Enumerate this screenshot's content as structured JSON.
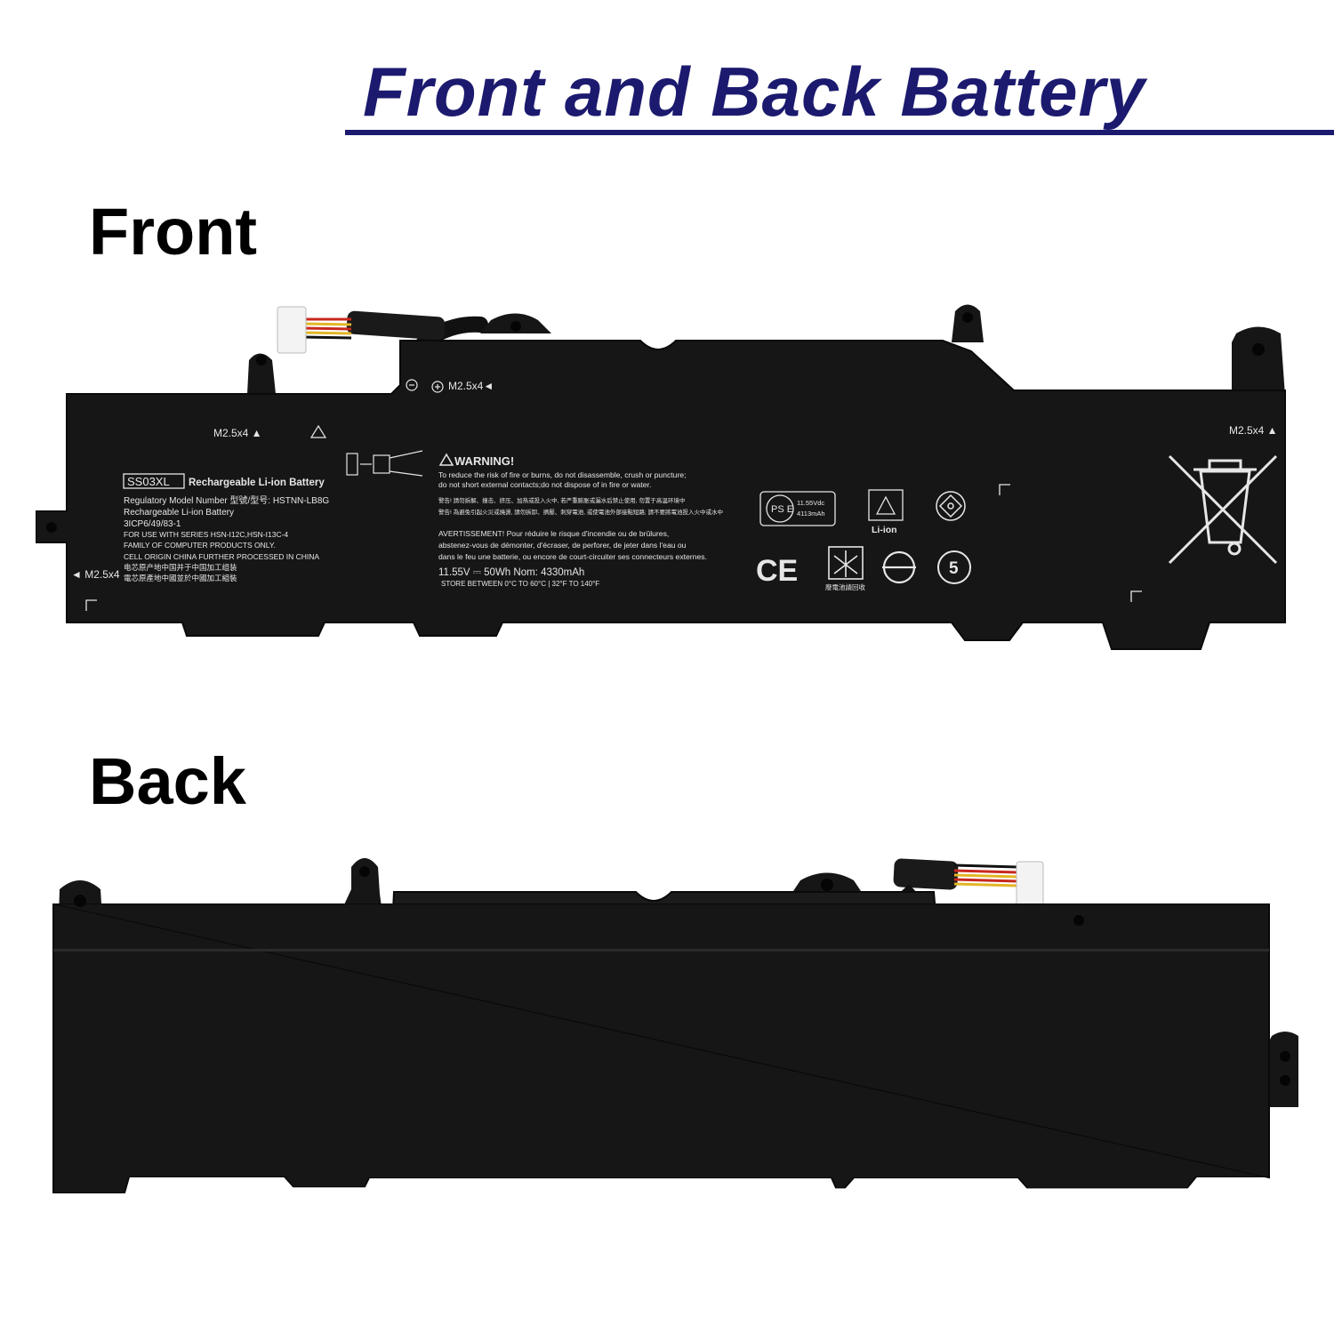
{
  "heading": {
    "title": "Front and Back Battery"
  },
  "front": {
    "label": "Front",
    "screw_marks": [
      "M2.5x4 ▲",
      "M2.5x4◄",
      "M2.5x4 ▲",
      "◄ M2.5x4"
    ],
    "model_box": "SS03XL",
    "product_line": "Rechargeable Li-ion Battery",
    "spec_lines": [
      "Regulatory Model Number 型號/型号: HSTNN-LB8G",
      "Rechargeable Li-ion Battery",
      "3ICP6/49/83-1",
      "FOR USE WITH SERIES HSN-I12C,HSN-I13C-4",
      "FAMILY OF COMPUTER PRODUCTS ONLY.",
      "CELL ORIGIN CHINA  FURTHER PROCESSED IN CHINA",
      "电芯原产地中国并于中国加工组装",
      "電芯原產地中國並於中國加工組裝"
    ],
    "warning_title": "WARNING!",
    "warning_lines": [
      "To reduce the risk of fire or burns, do not disassemble, crush or puncture;",
      "do not short external contacts;do not dispose of in fire or water.",
      "警告! 請勿拆解、撞击、挤压、加热或投入火中, 若严重膨胀或漏水后禁止使用, 勿置于高温环境中",
      "警告! 為避免引起火災或燒燙, 請勿拆卸、擠壓、刺穿電池, 或使電池外部接點短路; 請不要將電池投入火中或水中"
    ],
    "avertissement_lines": [
      "AVERTISSEMENT! Pour réduire le risque d'incendie ou de brûlures,",
      "abstenez-vous de démonter, d'écraser, de perforer, de jeter dans l'eau ou",
      "dans le feu une batterie, ou encore de court-circuiter ses connecteurs externes."
    ],
    "rating": "11.55V ⎓ 50Wh Nom: 4330mAh",
    "storage": "STORE BETWEEN  0°C TO 60°C | 32°F TO 140°F",
    "pse_voltage": "11.55Vdc",
    "pse_capacity": "4113mAh",
    "pse_mark": "PS E",
    "liion_label": "Li-ion",
    "ce_mark": "CE",
    "recycle_caption": "廢電池請回收",
    "year_mark": "5"
  },
  "back": {
    "label": "Back"
  },
  "colors": {
    "title": "#1c1a6e",
    "battery_body": "#161616",
    "battery_edge": "#0a0a0a",
    "label_text": "#e6e6e6",
    "wire_red": "#c8281e",
    "wire_yellow": "#e2b627",
    "wire_black": "#111111",
    "connector": "#f3f3f3"
  }
}
